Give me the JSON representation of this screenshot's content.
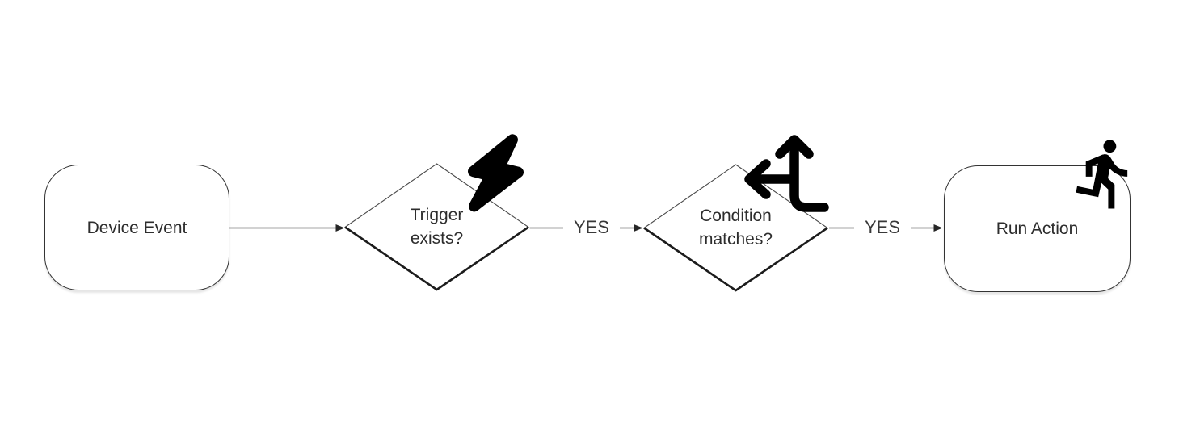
{
  "diagram": {
    "background": "#ffffff",
    "line_color": "#4d4d4d",
    "arrowhead_color": "#262626",
    "shape_stroke_color": "#333333",
    "shape_shadow_stroke_color": "#1c1c1c",
    "text_color": "#2d2d2d",
    "icon_color": "#000000",
    "nodes": [
      {
        "id": "device-event",
        "type": "rounded-rect",
        "label": "Device Event",
        "icon": ""
      },
      {
        "id": "trigger-exists",
        "type": "decision",
        "line1": "Trigger",
        "line2": "exists?",
        "icon": "bolt-icon"
      },
      {
        "id": "condition-matches",
        "type": "decision",
        "line1": "Condition",
        "line2": "matches?",
        "icon": "directions-icon"
      },
      {
        "id": "run-action",
        "type": "rounded-rect",
        "label": "Run Action",
        "icon": "runner-icon"
      }
    ],
    "edges": [
      {
        "from": "device-event",
        "to": "trigger-exists",
        "label": ""
      },
      {
        "from": "trigger-exists",
        "to": "condition-matches",
        "label": "YES"
      },
      {
        "from": "condition-matches",
        "to": "run-action",
        "label": "YES"
      }
    ]
  }
}
